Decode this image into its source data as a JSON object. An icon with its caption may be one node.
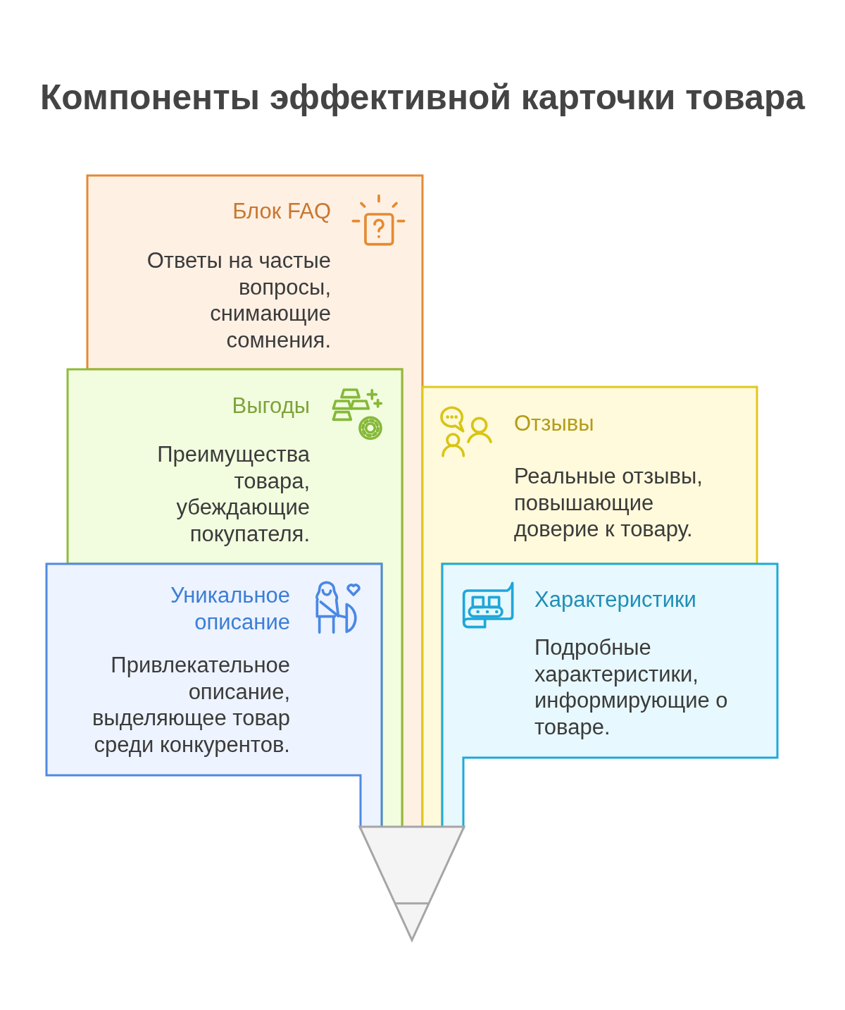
{
  "diagram": {
    "title": "Компоненты эффективной карточки товара",
    "nodes": [
      {
        "text": [
          "Блок FAQ",
          "Ответы на частые вопросы, снимающие сомнения."
        ]
      },
      {
        "text": [
          "Выгоды",
          "Преимущества товара, убеждающие покупателя."
        ]
      },
      {
        "text": [
          "Отзывы",
          "Реальные отзывы, повышающие доверие к товару."
        ]
      },
      {
        "text": [
          "Уникальное описание",
          "Привлекательное описание, выделяющее товар среди конкурентов."
        ]
      },
      {
        "text": [
          "Характеристики",
          "Подробные характеристики, информирующие о товаре."
        ]
      },
      {
        "text": [],
        "shape": "funnel"
      }
    ]
  }
}
